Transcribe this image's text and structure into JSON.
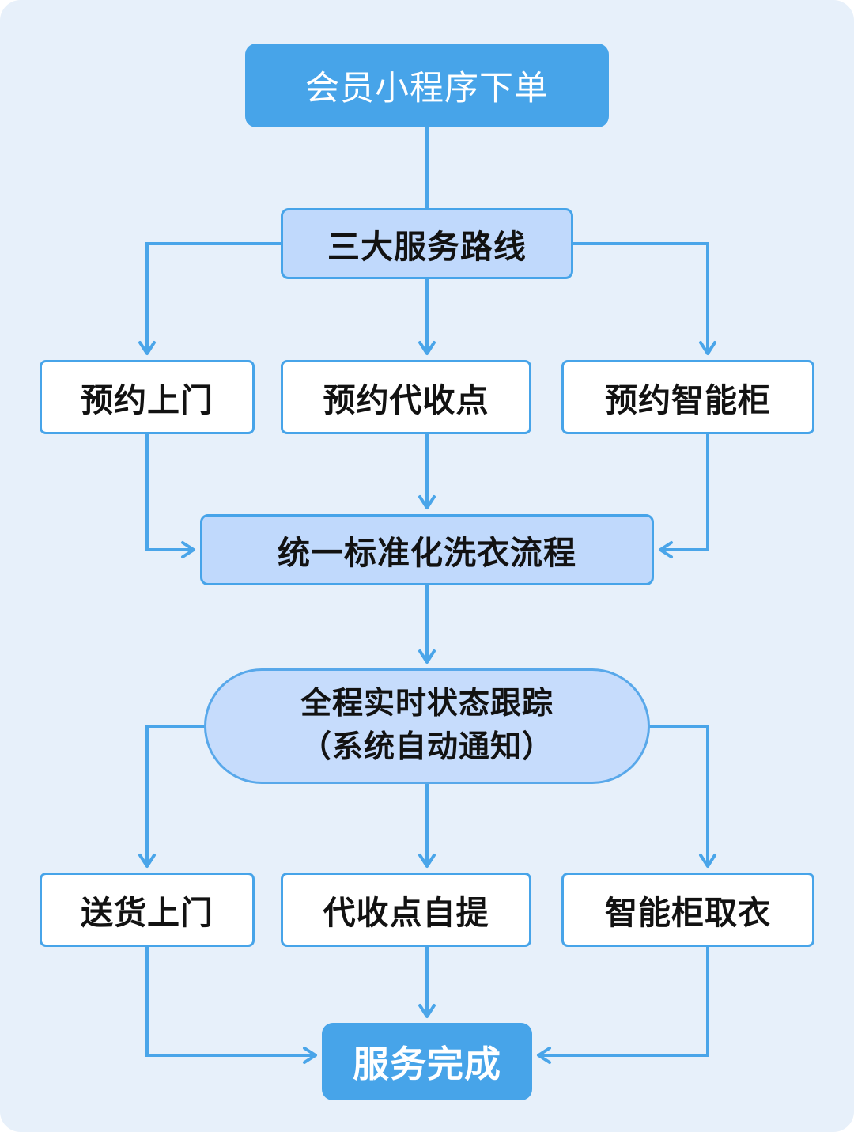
{
  "colors": {
    "accent": "#47a4e9",
    "connector": "#4aa5e9",
    "fill-light": "#c0d9fc",
    "fill-tracking": "#c6dcfc",
    "canvas": "#e7f0fa",
    "ink": "#121212"
  },
  "flowchart": {
    "title_node": {
      "label": "会员小程序下单"
    },
    "routes_node": {
      "label": "三大服务路线"
    },
    "route_options": {
      "home": {
        "label": "预约上门"
      },
      "station": {
        "label": "预约代收点"
      },
      "locker": {
        "label": "预约智能柜"
      }
    },
    "process_node": {
      "label": "统一标准化洗衣流程"
    },
    "tracking_node": {
      "line1": "全程实时状态跟踪",
      "line2": "（系统自动通知）"
    },
    "delivery_options": {
      "home": {
        "label": "送货上门"
      },
      "station": {
        "label": "代收点自提"
      },
      "locker": {
        "label": "智能柜取衣"
      }
    },
    "done_node": {
      "label": "服务完成"
    }
  }
}
